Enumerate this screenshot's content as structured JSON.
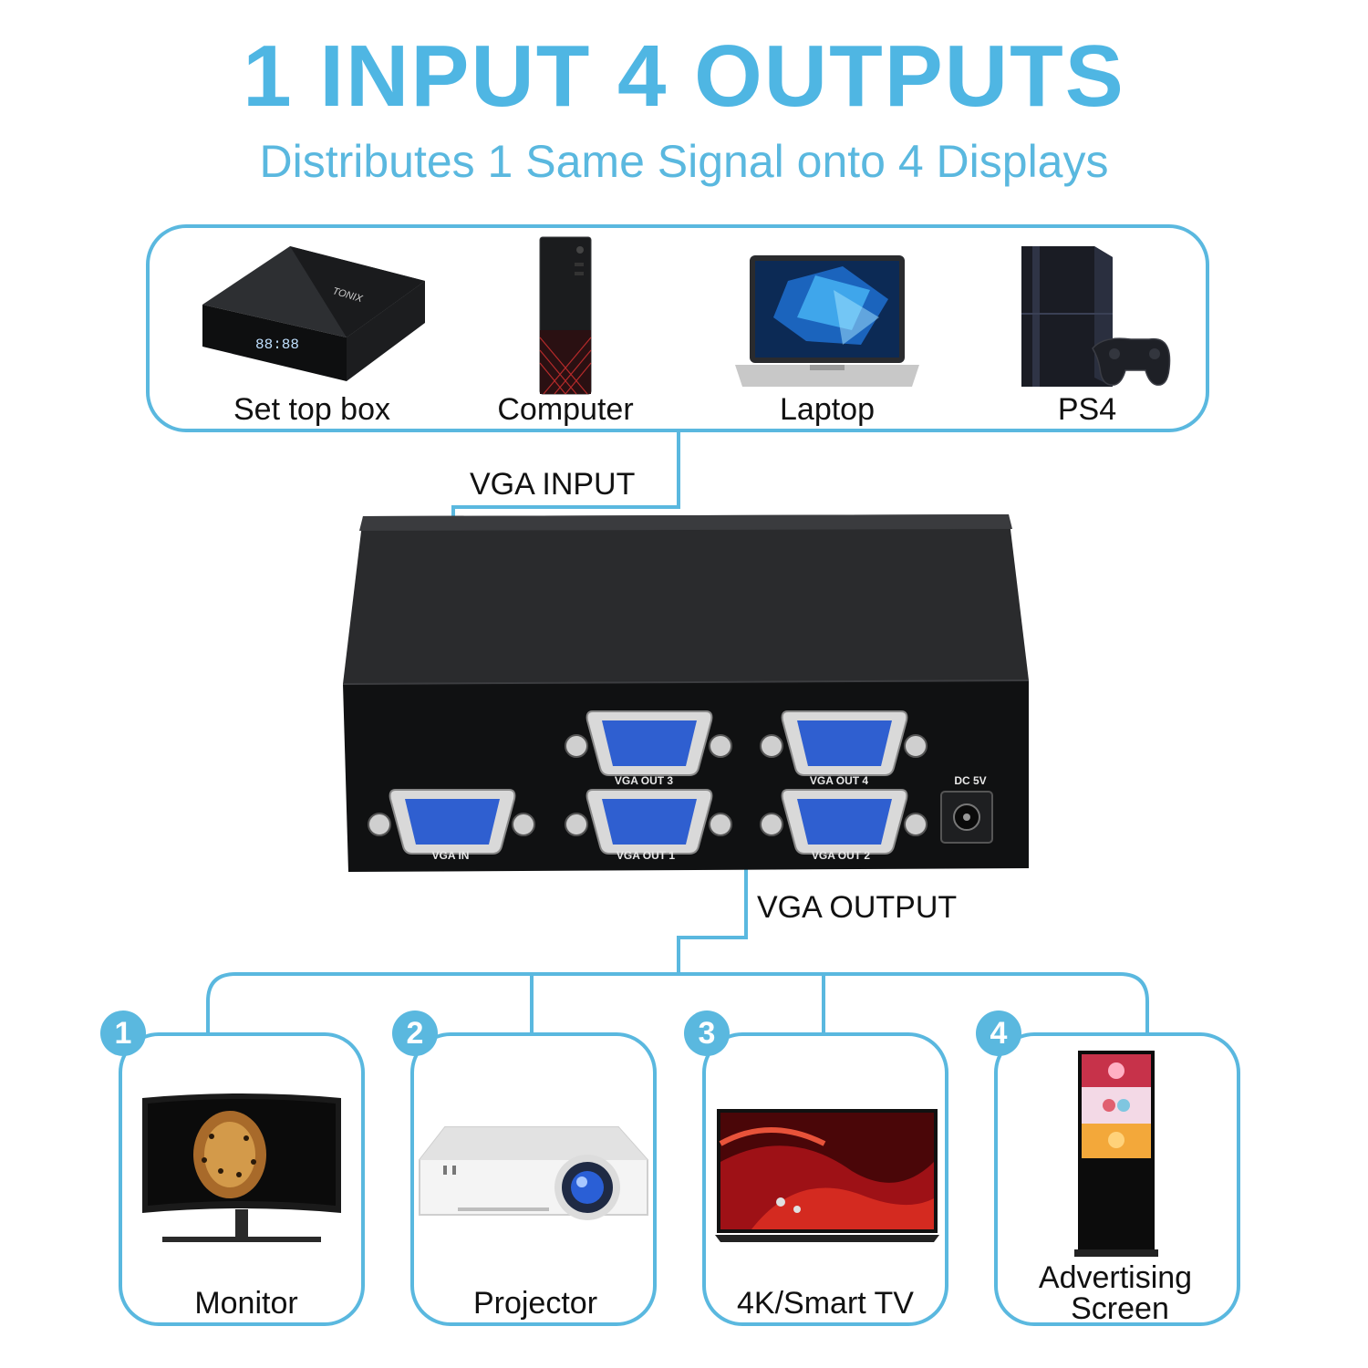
{
  "title": "1 INPUT 4 OUTPUTS",
  "subtitle": "Distributes 1 Same Signal onto 4 Displays",
  "colors": {
    "accent": "#5ab8df",
    "device": "#151617",
    "port": "#2f5fd0",
    "title": "#4fb6e3"
  },
  "inputs": [
    {
      "label": "Set top box",
      "icon": "set-top-box-icon",
      "screen": "88:88",
      "brand": "TONIX"
    },
    {
      "label": "Computer",
      "icon": "computer-tower-icon"
    },
    {
      "label": "Laptop",
      "icon": "laptop-icon"
    },
    {
      "label": "PS4",
      "icon": "ps4-console-icon"
    }
  ],
  "connector_labels": {
    "input": "VGA INPUT",
    "output": "VGA OUTPUT"
  },
  "splitter": {
    "port_in": "VGA IN",
    "port_out1": "VGA OUT 1",
    "port_out2": "VGA OUT 2",
    "port_out3": "VGA OUT 3",
    "port_out4": "VGA OUT 4",
    "power": "DC 5V"
  },
  "outputs": [
    {
      "number": "1",
      "label": "Monitor",
      "icon": "monitor-icon"
    },
    {
      "number": "2",
      "label": "Projector",
      "icon": "projector-icon"
    },
    {
      "number": "3",
      "label": "4K/Smart TV",
      "icon": "smart-tv-icon"
    },
    {
      "number": "4",
      "label_line1": "Advertising",
      "label_line2": "Screen",
      "icon": "advertising-screen-icon"
    }
  ]
}
